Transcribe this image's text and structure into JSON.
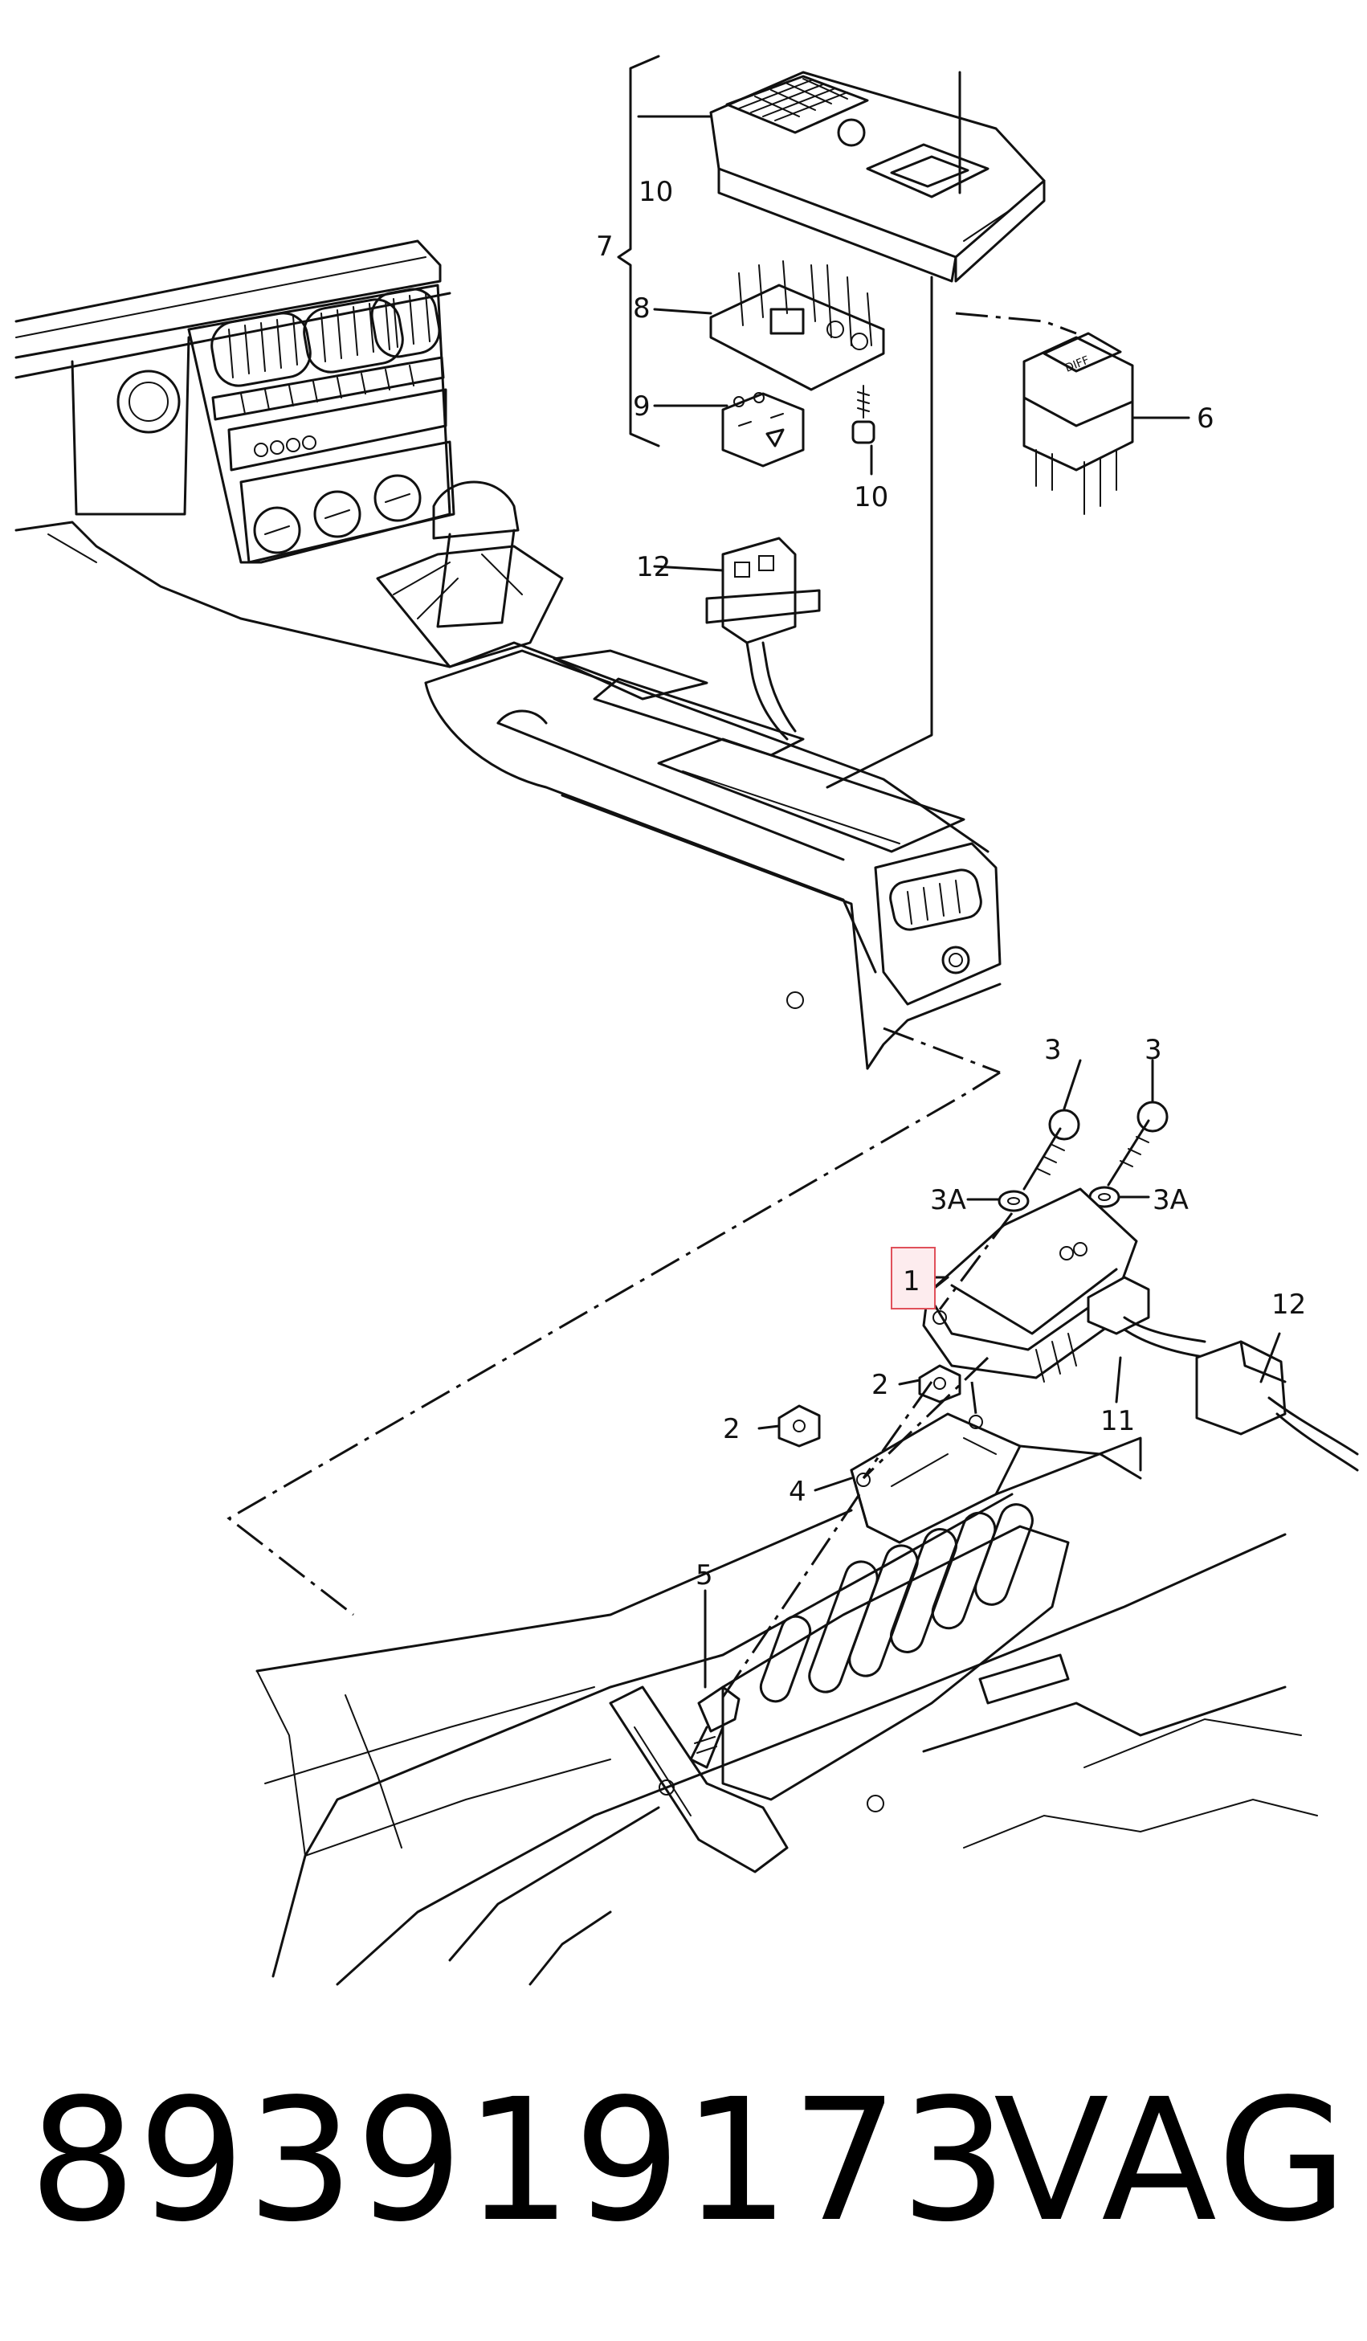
{
  "diagram": {
    "callouts": {
      "c1": "1",
      "c2a": "2",
      "c2b": "2",
      "c3a": "3",
      "c3b": "3",
      "c3Aa": "3A",
      "c3Ab": "3A",
      "c4": "4",
      "c5": "5",
      "c6": "6",
      "c7": "7",
      "c8": "8",
      "c9": "9",
      "c10a": "10",
      "c10b": "10",
      "c11": "11",
      "c12a": "12",
      "c12b": "12"
    },
    "switch_label": "DIFF",
    "highlight_color": "#e0505a"
  },
  "footer": {
    "part_number": "893919173",
    "brand": "VAG"
  }
}
